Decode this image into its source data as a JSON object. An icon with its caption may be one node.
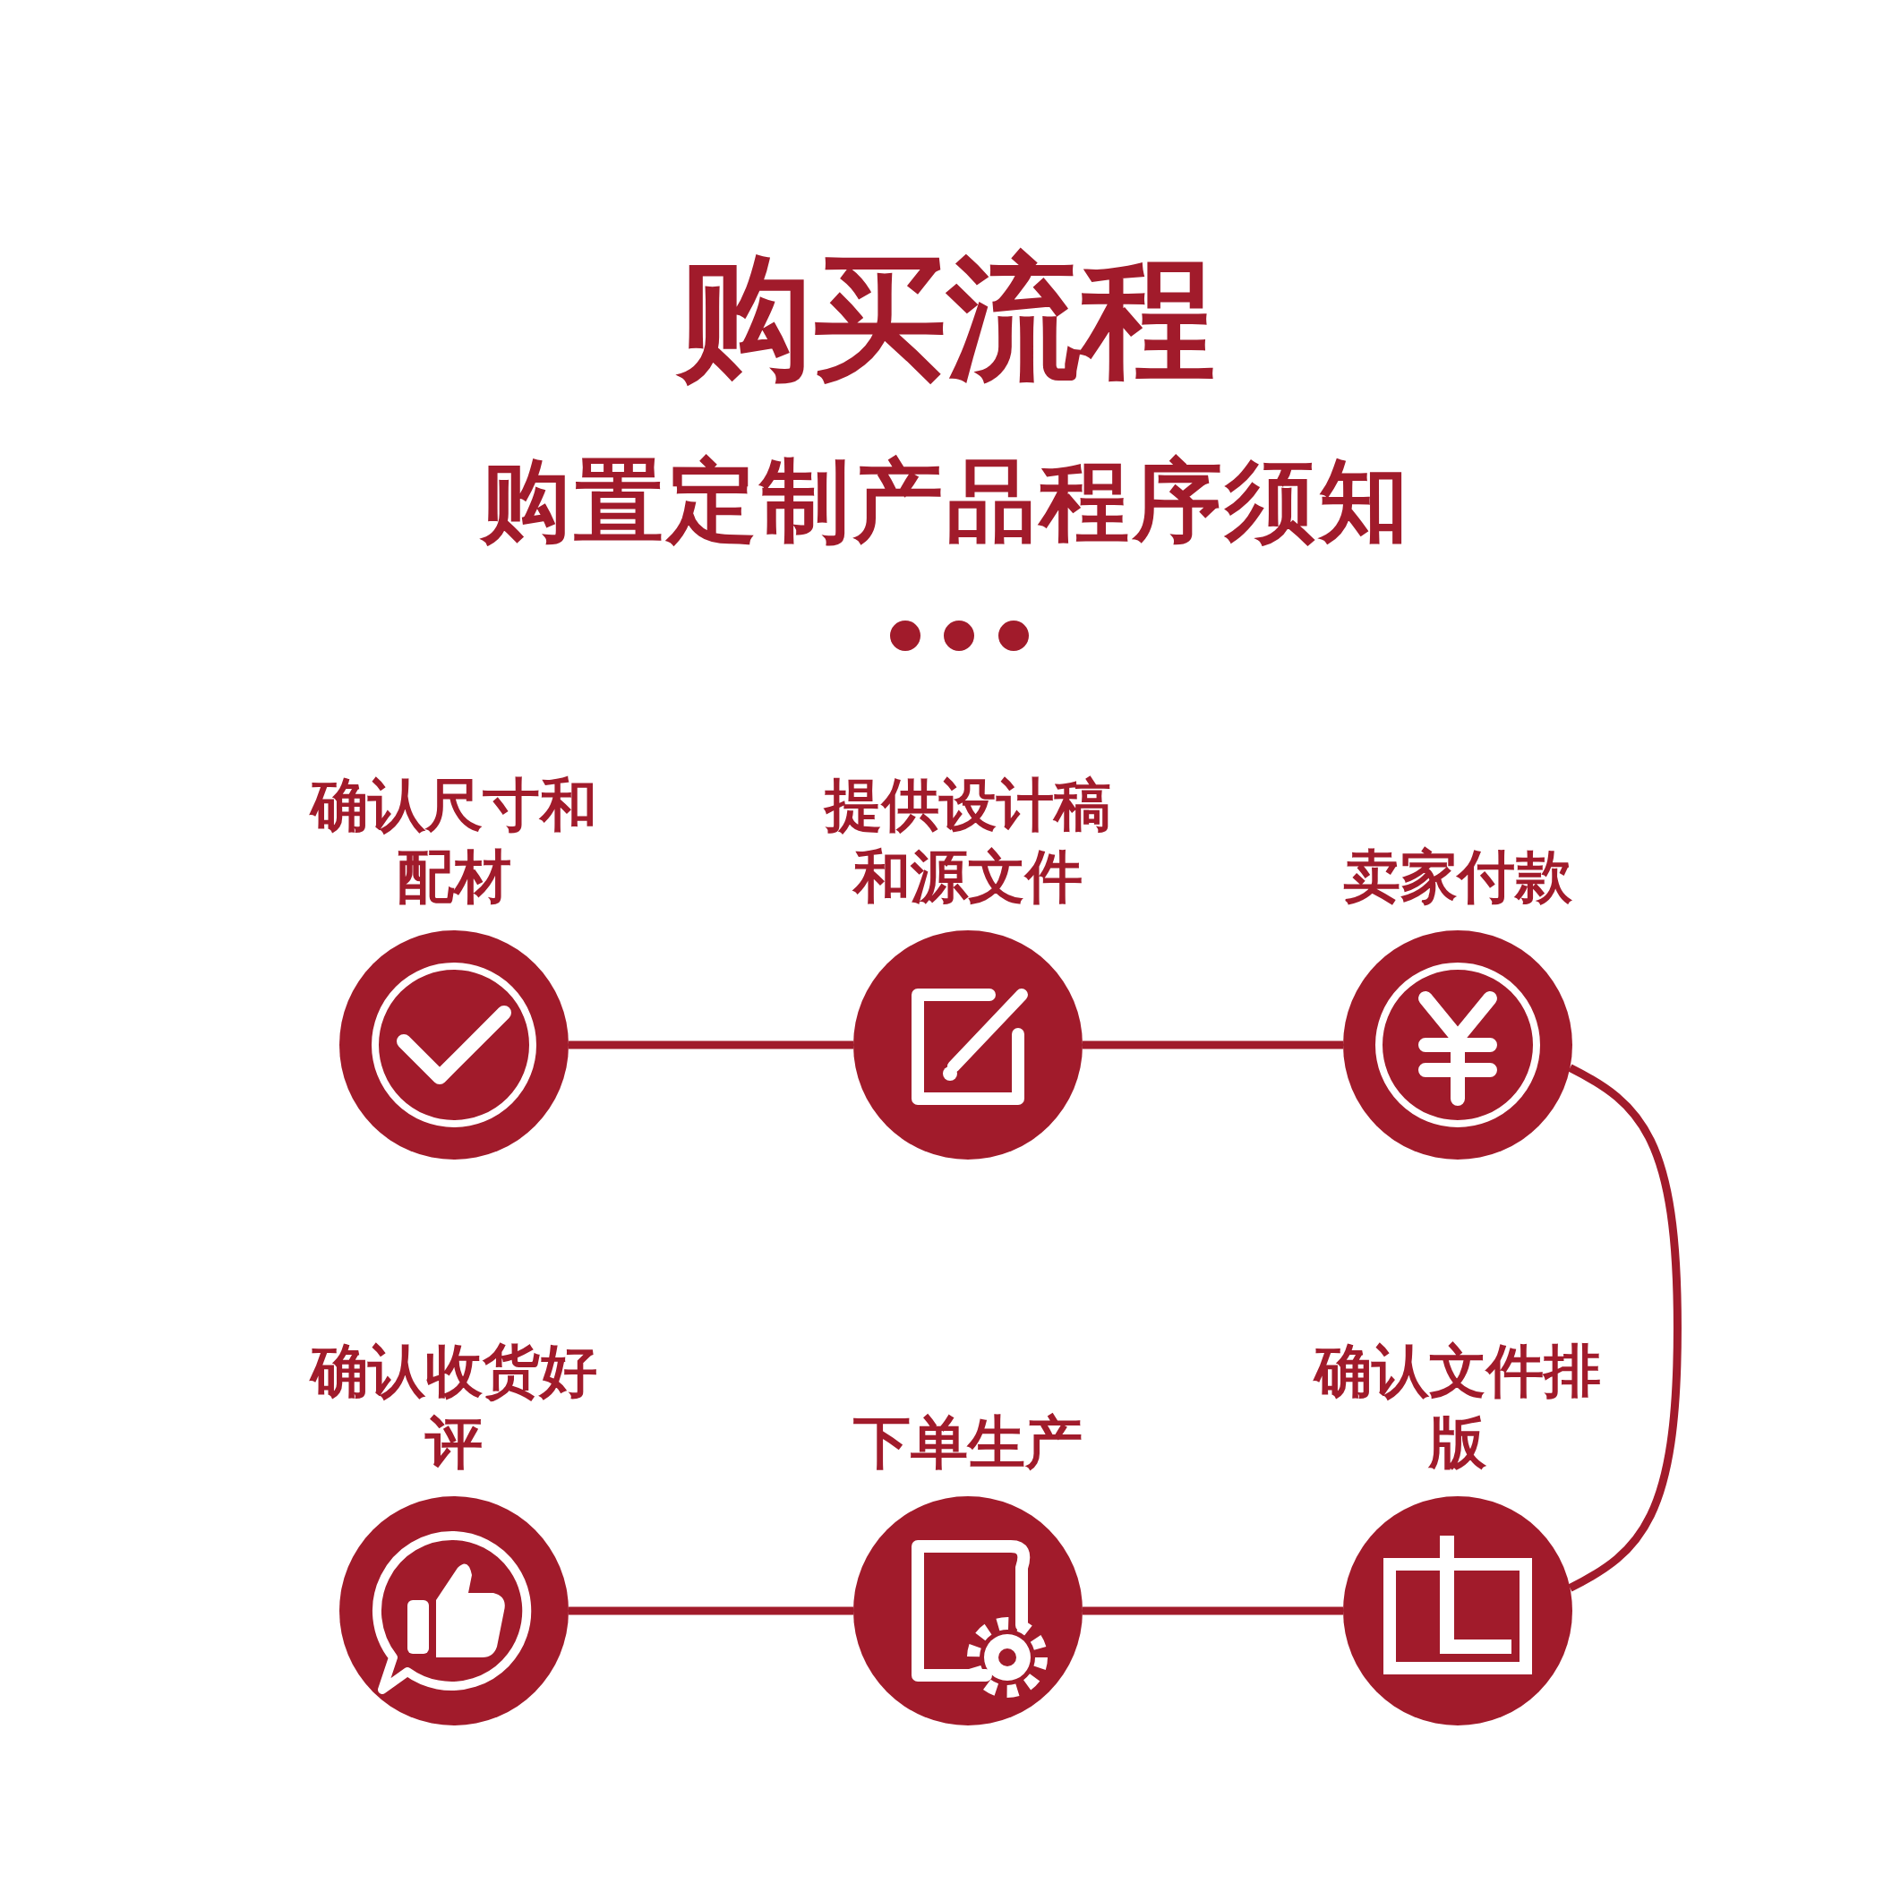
{
  "diagram": {
    "title": "购买流程",
    "nodes": [
      {
        "text": [
          "确认尺寸和配材"
        ]
      },
      {
        "text": [
          "提供设计稿和源文件"
        ]
      },
      {
        "text": [
          "卖家付款"
        ]
      },
      {
        "text": [
          "确认收货好评"
        ]
      },
      {
        "text": [
          "下单生产"
        ]
      },
      {
        "text": [
          "确认文件排版"
        ]
      }
    ],
    "edges": [
      {
        "from": 0,
        "to": 1,
        "arrow": "none"
      },
      {
        "from": 1,
        "to": 2,
        "arrow": "none"
      },
      {
        "from": 2,
        "to": 5,
        "arrow": "none"
      },
      {
        "from": 5,
        "to": 4,
        "arrow": "none"
      },
      {
        "from": 4,
        "to": 3,
        "arrow": "none"
      }
    ],
    "labels": [
      "购置定制产品程序须知"
    ]
  }
}
